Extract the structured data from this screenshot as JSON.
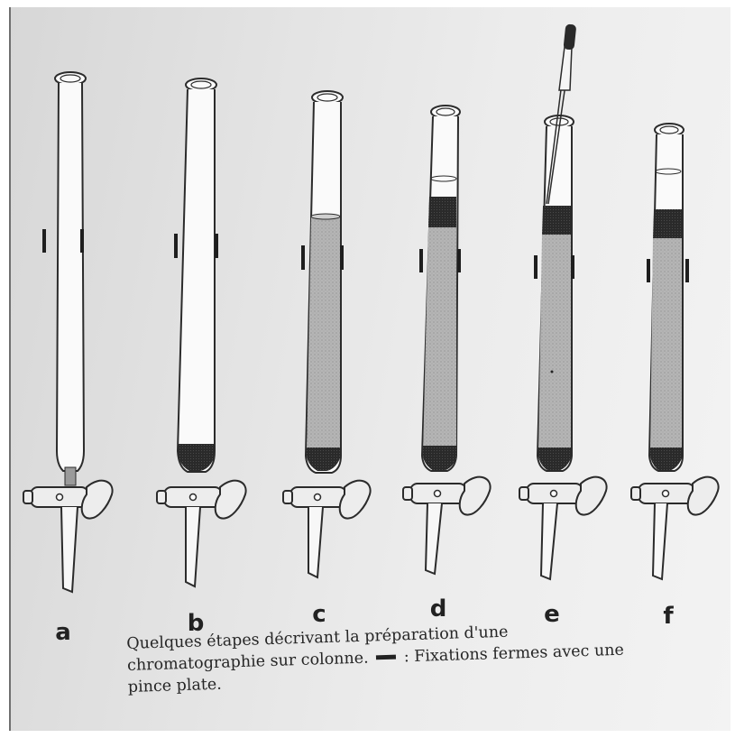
{
  "columns": [
    {
      "label": "a"
    },
    {
      "label": "b"
    },
    {
      "label": "c"
    },
    {
      "label": "d"
    },
    {
      "label": "e"
    },
    {
      "label": "f"
    }
  ],
  "caption": {
    "before_symbol": "Quelques étapes décrivant la préparation d'une chromatographie sur colonne.",
    "after_symbol": ": Fixations fermes avec une pince plate."
  },
  "colors": {
    "paper": "#e6e6e6",
    "glass_outline": "#2b2b2b",
    "silica_fill": "#b9b9b9",
    "sample_band": "#2c2c2c"
  }
}
